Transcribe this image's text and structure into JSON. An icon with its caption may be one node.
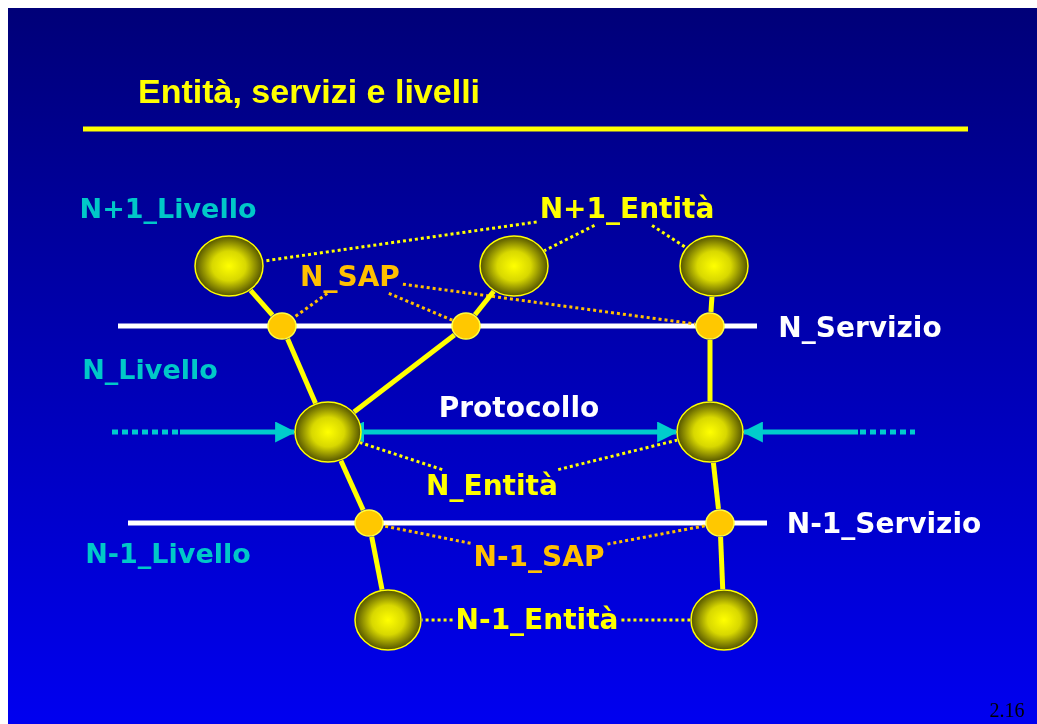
{
  "diagram": {
    "title": "Entità, servizi e livelli",
    "nodes": [
      {
        "text": [
          "N+1_Entità"
        ]
      },
      {
        "text": [],
        "shape": "circle"
      },
      {
        "text": [],
        "shape": "circle"
      },
      {
        "text": [],
        "shape": "circle"
      },
      {
        "text": [
          "N_SAP"
        ]
      },
      {
        "text": [],
        "shape": "circle"
      },
      {
        "text": [],
        "shape": "circle"
      },
      {
        "text": [],
        "shape": "circle"
      },
      {
        "text": [],
        "shape": "circle"
      },
      {
        "text": [],
        "shape": "circle"
      },
      {
        "text": [
          "N_Entità"
        ]
      },
      {
        "text": [],
        "shape": "circle"
      },
      {
        "text": [],
        "shape": "circle"
      },
      {
        "text": [
          "N-1_SAP"
        ]
      },
      {
        "text": [],
        "shape": "circle"
      },
      {
        "text": [],
        "shape": "circle"
      },
      {
        "text": [
          "N-1_Entità"
        ]
      }
    ],
    "edges": [
      {
        "from": 0,
        "to": 1,
        "arrow": "none",
        "style": "dashed"
      },
      {
        "from": 0,
        "to": 2,
        "arrow": "none",
        "style": "dashed"
      },
      {
        "from": 0,
        "to": 3,
        "arrow": "none",
        "style": "dashed"
      },
      {
        "from": 4,
        "to": 5,
        "arrow": "none",
        "style": "dashed",
        "color": "#ffc000"
      },
      {
        "from": 4,
        "to": 6,
        "arrow": "none",
        "style": "dashed",
        "color": "#ffc000"
      },
      {
        "from": 4,
        "to": 7,
        "arrow": "none",
        "style": "dashed",
        "color": "#ffc000"
      },
      {
        "from": 1,
        "to": 5,
        "arrow": "none"
      },
      {
        "from": 2,
        "to": 6,
        "arrow": "none"
      },
      {
        "from": 3,
        "to": 7,
        "arrow": "none"
      },
      {
        "from": 5,
        "to": 8,
        "arrow": "none"
      },
      {
        "from": 6,
        "to": 8,
        "arrow": "none"
      },
      {
        "from": 7,
        "to": 9,
        "arrow": "none"
      },
      {
        "from": null,
        "to": 8,
        "arrow": "to",
        "color": "#00cccc"
      },
      {
        "from": 8,
        "to": 9,
        "arrow": "both",
        "label": "Protocollo",
        "color": "#00cccc"
      },
      {
        "from": null,
        "to": 9,
        "arrow": "to",
        "color": "#00cccc"
      },
      {
        "from": 10,
        "to": 8,
        "arrow": "none",
        "style": "dashed"
      },
      {
        "from": 10,
        "to": 9,
        "arrow": "none",
        "style": "dashed"
      },
      {
        "from": 8,
        "to": 11,
        "arrow": "none"
      },
      {
        "from": 9,
        "to": 12,
        "arrow": "none"
      },
      {
        "from": 13,
        "to": 11,
        "arrow": "none",
        "style": "dashed",
        "color": "#ffc000"
      },
      {
        "from": 13,
        "to": 12,
        "arrow": "none",
        "style": "dashed",
        "color": "#ffc000"
      },
      {
        "from": 11,
        "to": 14,
        "arrow": "none"
      },
      {
        "from": 12,
        "to": 15,
        "arrow": "none"
      },
      {
        "from": 16,
        "to": 14,
        "arrow": "none",
        "style": "dashed"
      },
      {
        "from": 16,
        "to": 15,
        "arrow": "none",
        "style": "dashed"
      }
    ],
    "labels": [
      "N+1_Livello",
      "N_Servizio",
      "N_Livello",
      "N-1_Servizio",
      "N-1_Livello",
      "2.16"
    ]
  }
}
